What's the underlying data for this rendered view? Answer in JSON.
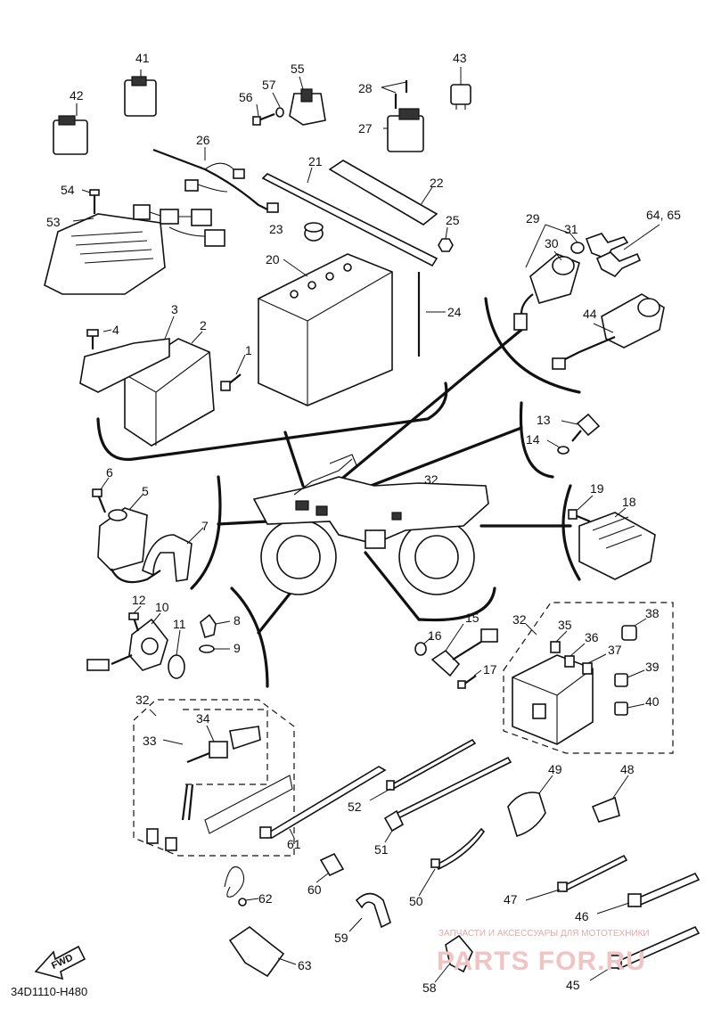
{
  "diagram": {
    "code": "34D1110-H480",
    "fwd_label": "FWD",
    "watermark": {
      "tagline": "ЗАПЧАСТИ И АКСЕССУАРЫ ДЛЯ МОТОТЕХНИКИ",
      "site": "PARTS FOR.RU"
    },
    "callouts": {
      "c1": "1",
      "c2": "2",
      "c3": "3",
      "c4": "4",
      "c5": "5",
      "c6": "6",
      "c7": "7",
      "c8": "8",
      "c9": "9",
      "c10": "10",
      "c11": "11",
      "c12": "12",
      "c13": "13",
      "c14": "14",
      "c15": "15",
      "c16": "16",
      "c17": "17",
      "c18": "18",
      "c19": "19",
      "c20": "20",
      "c21": "21",
      "c22": "22",
      "c23": "23",
      "c24": "24",
      "c25": "25",
      "c26": "26",
      "c27": "27",
      "c28": "28",
      "c29": "29",
      "c30": "30",
      "c31": "31",
      "c32a": "32",
      "c32b": "32",
      "c32c": "32",
      "c33": "33",
      "c34": "34",
      "c35": "35",
      "c36": "36",
      "c37": "37",
      "c38": "38",
      "c39": "39",
      "c40": "40",
      "c41": "41",
      "c42": "42",
      "c43": "43",
      "c44": "44",
      "c45": "45",
      "c46": "46",
      "c47": "47",
      "c48": "48",
      "c49": "49",
      "c50": "50",
      "c51": "51",
      "c52": "52",
      "c53": "53",
      "c54": "54",
      "c55": "55",
      "c56": "56",
      "c57": "57",
      "c58": "58",
      "c59": "59",
      "c60": "60",
      "c61": "61",
      "c62": "62",
      "c63": "63",
      "c6465": "64, 65"
    }
  }
}
